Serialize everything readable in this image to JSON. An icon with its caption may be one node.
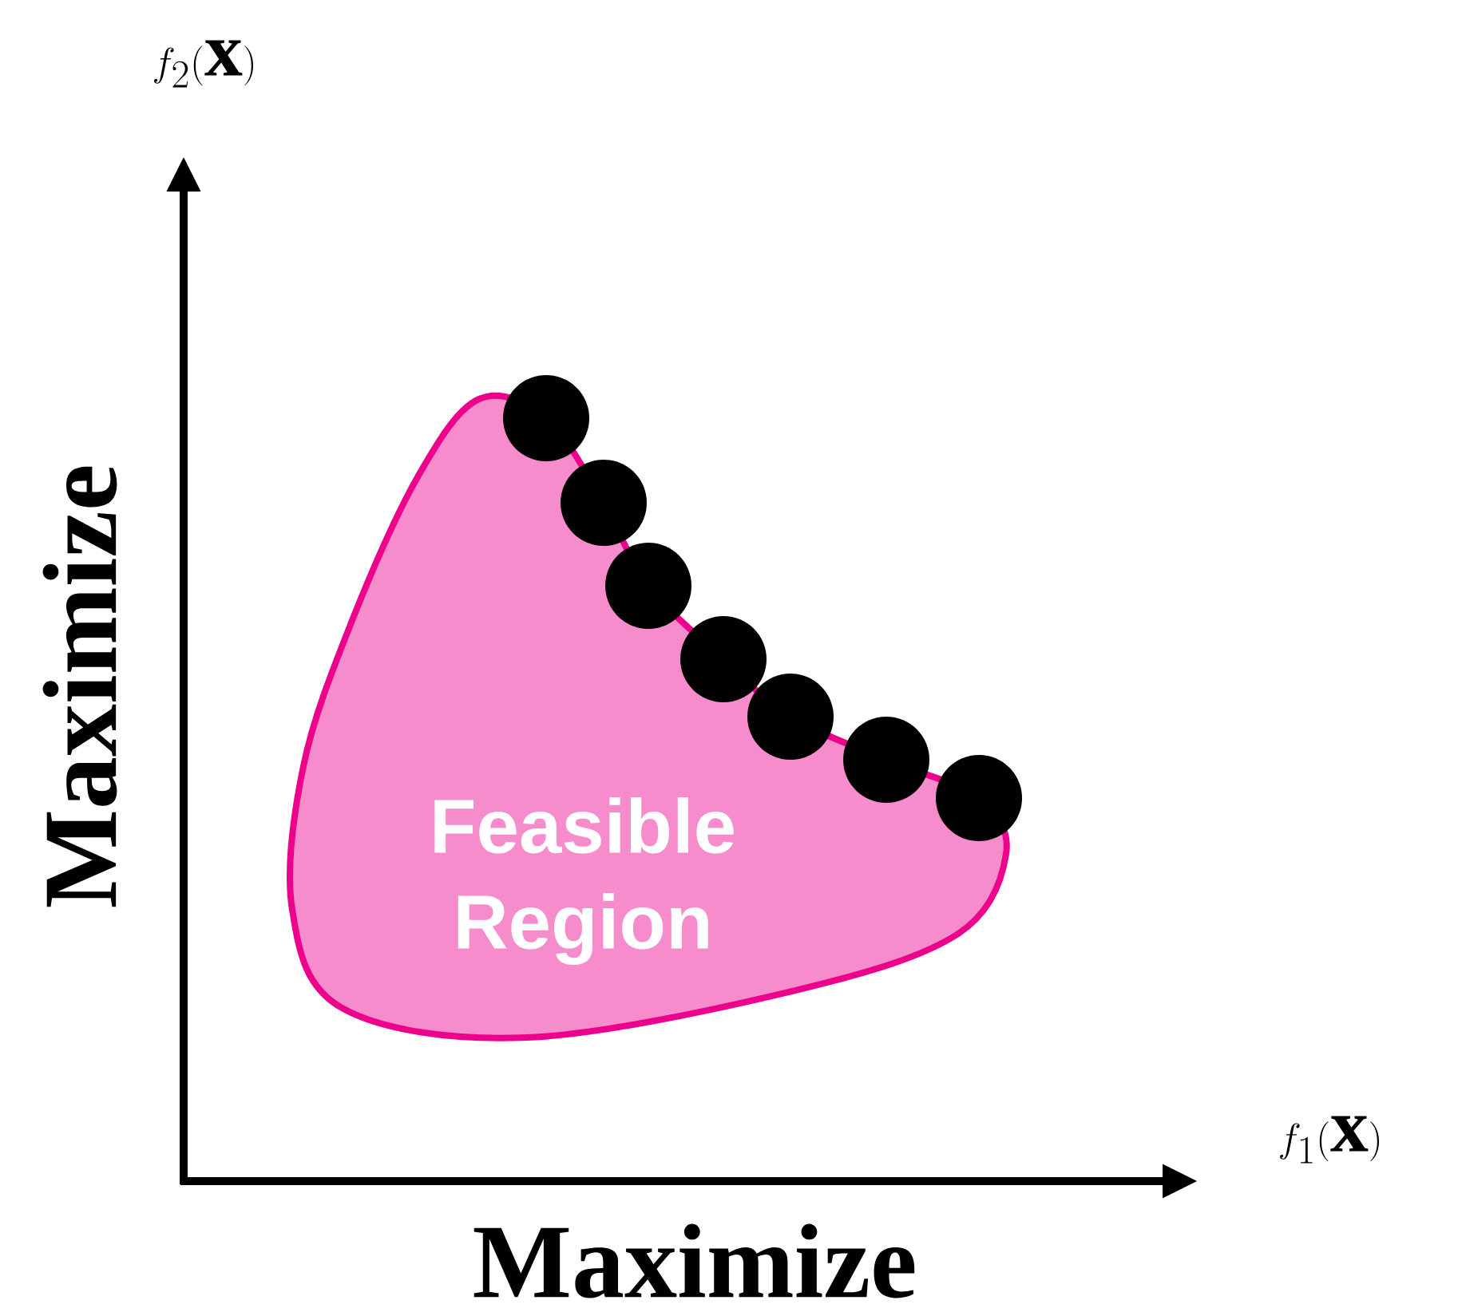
{
  "diagram": {
    "nodes": [
      {
        "text": [
          "Feasible Region"
        ]
      }
    ],
    "labels": [
      "f_2(\\mathbf{x})",
      "Maximize",
      "f_1(\\mathbf{x})",
      "Maximize"
    ]
  }
}
